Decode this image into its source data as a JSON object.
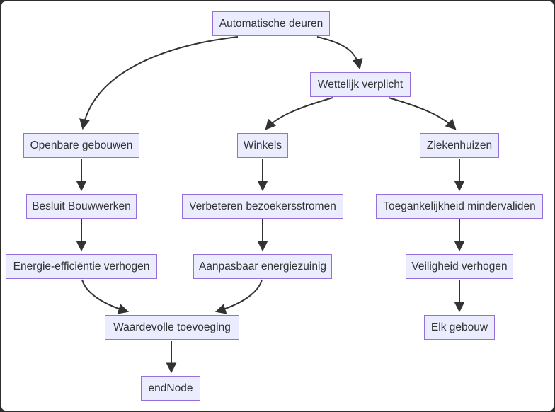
{
  "diagram": {
    "type": "flowchart",
    "direction": "top-down",
    "nodes": [
      {
        "id": "automatische-deuren",
        "label": "Automatische deuren"
      },
      {
        "id": "wettelijk-verplicht",
        "label": "Wettelijk verplicht"
      },
      {
        "id": "openbare-gebouwen",
        "label": "Openbare gebouwen"
      },
      {
        "id": "winkels",
        "label": "Winkels"
      },
      {
        "id": "ziekenhuizen",
        "label": "Ziekenhuizen"
      },
      {
        "id": "besluit-bouwwerken",
        "label": "Besluit Bouwwerken"
      },
      {
        "id": "verbeteren-bezoekersstromen",
        "label": "Verbeteren bezoekersstromen"
      },
      {
        "id": "toegankelijkheid-mindervaliden",
        "label": "Toegankelijkheid mindervaliden"
      },
      {
        "id": "energie-efficientie-verhogen",
        "label": "Energie-efficiëntie verhogen"
      },
      {
        "id": "aanpasbaar-energiezuinig",
        "label": "Aanpasbaar energiezuinig"
      },
      {
        "id": "veiligheid-verhogen",
        "label": "Veiligheid verhogen"
      },
      {
        "id": "waardevolle-toevoeging",
        "label": "Waardevolle toevoeging"
      },
      {
        "id": "elk-gebouw",
        "label": "Elk gebouw"
      },
      {
        "id": "end-node",
        "label": "endNode"
      }
    ],
    "edges": [
      {
        "from": "automatische-deuren",
        "to": "openbare-gebouwen"
      },
      {
        "from": "automatische-deuren",
        "to": "wettelijk-verplicht"
      },
      {
        "from": "wettelijk-verplicht",
        "to": "winkels"
      },
      {
        "from": "wettelijk-verplicht",
        "to": "ziekenhuizen"
      },
      {
        "from": "openbare-gebouwen",
        "to": "besluit-bouwwerken"
      },
      {
        "from": "besluit-bouwwerken",
        "to": "energie-efficientie-verhogen"
      },
      {
        "from": "energie-efficientie-verhogen",
        "to": "waardevolle-toevoeging"
      },
      {
        "from": "winkels",
        "to": "verbeteren-bezoekersstromen"
      },
      {
        "from": "verbeteren-bezoekersstromen",
        "to": "aanpasbaar-energiezuinig"
      },
      {
        "from": "aanpasbaar-energiezuinig",
        "to": "waardevolle-toevoeging"
      },
      {
        "from": "ziekenhuizen",
        "to": "toegankelijkheid-mindervaliden"
      },
      {
        "from": "toegankelijkheid-mindervaliden",
        "to": "veiligheid-verhogen"
      },
      {
        "from": "veiligheid-verhogen",
        "to": "elk-gebouw"
      },
      {
        "from": "waardevolle-toevoeging",
        "to": "end-node"
      }
    ],
    "colors": {
      "node_fill": "#ECECFF",
      "node_border": "#9370DB",
      "edge": "#333333",
      "text": "#333333",
      "background": "#FFFFFF"
    }
  }
}
